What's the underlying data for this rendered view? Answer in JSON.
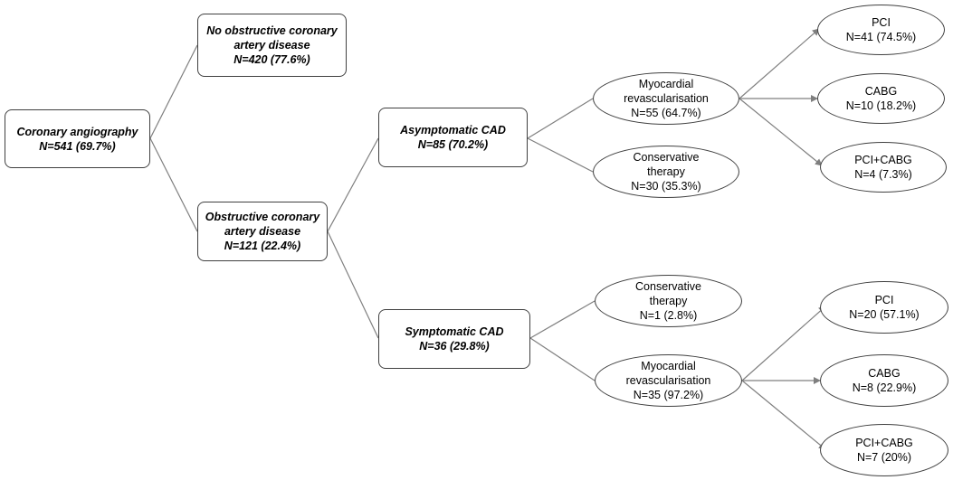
{
  "nodes": {
    "angio": {
      "line1": "Coronary angiography",
      "line2": "N=541 (69.7%)"
    },
    "no_cad": {
      "line1": "No obstructive coronary",
      "line2": "artery disease",
      "line3": "N=420 (77.6%)"
    },
    "obs_cad": {
      "line1": "Obstructive coronary",
      "line2": "artery disease",
      "line3": "N=121 (22.4%)"
    },
    "asym": {
      "line1": "Asymptomatic CAD",
      "line2": "N=85 (70.2%)"
    },
    "sym": {
      "line1": "Symptomatic CAD",
      "line2": "N=36 (29.8%)"
    },
    "asym_revasc": {
      "line1": "Myocardial",
      "line2": "revascularisation",
      "line3": "N=55 (64.7%)"
    },
    "asym_cons": {
      "line1": "Conservative",
      "line2": "therapy",
      "line3": "N=30 (35.3%)"
    },
    "sym_cons": {
      "line1": "Conservative",
      "line2": "therapy",
      "line3": "N=1 (2.8%)"
    },
    "sym_revasc": {
      "line1": "Myocardial",
      "line2": "revascularisation",
      "line3": "N=35 (97.2%)"
    },
    "asym_pci": {
      "line1": "PCI",
      "line2": "N=41 (74.5%)"
    },
    "asym_cabg": {
      "line1": "CABG",
      "line2": "N=10 (18.2%)"
    },
    "asym_both": {
      "line1": "PCI+CABG",
      "line2": "N=4 (7.3%)"
    },
    "sym_pci": {
      "line1": "PCI",
      "line2": "N=20 (57.1%)"
    },
    "sym_cabg": {
      "line1": "CABG",
      "line2": "N=8 (22.9%)"
    },
    "sym_both": {
      "line1": "PCI+CABG",
      "line2": "N=7 (20%)"
    }
  },
  "colors": {
    "line": "#7f7f7f",
    "border": "#404040"
  }
}
